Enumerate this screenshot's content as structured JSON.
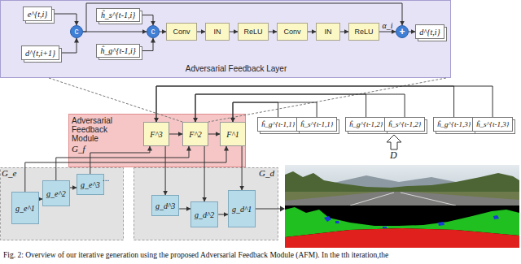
{
  "diagram": {
    "caption": "Fig. 2: Overview of our iterative generation using the proposed Adversarial Feedback Module (AFM). In the tth iteration,the",
    "nodes": [
      {
        "text": [
          "Adversarial Feedback Layer"
        ]
      },
      {
        "text": [
          "e^{t,i}"
        ],
        "in": 0
      },
      {
        "text": [
          "d^{t,i+1}"
        ],
        "in": 0
      },
      {
        "text": [
          "c"
        ],
        "in": 0
      },
      {
        "text": [
          "ĥ_s^{t-1,i}"
        ],
        "in": 0
      },
      {
        "text": [
          "c"
        ],
        "in": 0
      },
      {
        "text": [
          "ĥ_g^{t-1,i}"
        ],
        "in": 0
      },
      {
        "text": [
          "Conv"
        ],
        "in": 0
      },
      {
        "text": [
          "IN"
        ],
        "in": 0
      },
      {
        "text": [
          "ReLU"
        ],
        "in": 0
      },
      {
        "text": [
          "Conv"
        ],
        "in": 0
      },
      {
        "text": [
          "IN"
        ],
        "in": 0
      },
      {
        "text": [
          "ReLU"
        ],
        "in": 0
      },
      {
        "text": [
          "+"
        ],
        "in": 0
      },
      {
        "text": [
          "d^{t,i}"
        ],
        "in": 0
      },
      {
        "text": [
          "Adversarial Feedback Module",
          "G_f"
        ]
      },
      {
        "text": [
          "F^3"
        ],
        "in": 15
      },
      {
        "text": [
          "F^2"
        ],
        "in": 15
      },
      {
        "text": [
          "F^1"
        ],
        "in": 15
      },
      {
        "text": [
          "ĥ_g^{t-1,1}"
        ]
      },
      {
        "text": [
          "ĥ_s^{t-1,1}"
        ]
      },
      {
        "text": [
          "ĥ_g^{t-1,2}"
        ]
      },
      {
        "text": [
          "ĥ_s^{t-1,2}"
        ]
      },
      {
        "text": [
          "ĥ_g^{t-1,3}"
        ]
      },
      {
        "text": [
          "ĥ_s^{t-1,3}"
        ]
      },
      {
        "text": [
          "G_e"
        ]
      },
      {
        "text": [
          "g_e^1"
        ],
        "in": 25
      },
      {
        "text": [
          "g_e^2"
        ],
        "in": 25
      },
      {
        "text": [
          "g_e^3"
        ],
        "in": 25
      },
      {
        "text": [
          "G_d"
        ]
      },
      {
        "text": [
          "g_d^3"
        ],
        "in": 29
      },
      {
        "text": [
          "g_d^2"
        ],
        "in": 29
      },
      {
        "text": [
          "g_d^1"
        ],
        "in": 29
      }
    ],
    "edges": [
      {
        "from": 1,
        "to": 3,
        "arrow": "to"
      },
      {
        "from": 2,
        "to": 3,
        "arrow": "to"
      },
      {
        "from": 3,
        "to": 5,
        "arrow": "to"
      },
      {
        "from": 4,
        "to": 5,
        "arrow": "to"
      },
      {
        "from": 6,
        "to": 5,
        "arrow": "to"
      },
      {
        "from": 5,
        "to": 7,
        "arrow": "to"
      },
      {
        "from": 7,
        "to": 8,
        "arrow": "to"
      },
      {
        "from": 8,
        "to": 9,
        "arrow": "to"
      },
      {
        "from": 9,
        "to": 10,
        "arrow": "to"
      },
      {
        "from": 10,
        "to": 11,
        "arrow": "to"
      },
      {
        "from": 11,
        "to": 12,
        "arrow": "to"
      },
      {
        "from": 12,
        "to": 13,
        "label": "α_i",
        "arrow": "to"
      },
      {
        "from": 3,
        "to": 13,
        "arrow": "to"
      },
      {
        "from": 13,
        "to": 14,
        "arrow": "to"
      },
      {
        "from": 16,
        "to": 17,
        "arrow": "to"
      },
      {
        "from": 17,
        "to": 18,
        "arrow": "to"
      },
      {
        "from": 19,
        "to": 18,
        "arrow": "to"
      },
      {
        "from": 20,
        "to": 18,
        "arrow": "to"
      },
      {
        "from": 21,
        "to": 17,
        "arrow": "to"
      },
      {
        "from": 22,
        "to": 17,
        "arrow": "to"
      },
      {
        "from": 23,
        "to": 16,
        "arrow": "to"
      },
      {
        "from": 24,
        "to": 16,
        "arrow": "to"
      },
      {
        "from": 26,
        "to": 27,
        "arrow": "to"
      },
      {
        "from": 27,
        "to": 28,
        "arrow": "to"
      },
      {
        "from": 28,
        "to": 16,
        "arrow": "to"
      },
      {
        "from": 27,
        "to": 17,
        "arrow": "to"
      },
      {
        "from": 26,
        "to": 18,
        "arrow": "to"
      },
      {
        "from": 16,
        "to": 30,
        "arrow": "to"
      },
      {
        "from": 17,
        "to": 31,
        "arrow": "to"
      },
      {
        "from": 18,
        "to": 32,
        "arrow": "to"
      },
      {
        "from": 30,
        "to": 31,
        "arrow": "to"
      },
      {
        "from": 31,
        "to": 32,
        "arrow": "to"
      }
    ],
    "labels": [
      "...",
      "D"
    ]
  }
}
